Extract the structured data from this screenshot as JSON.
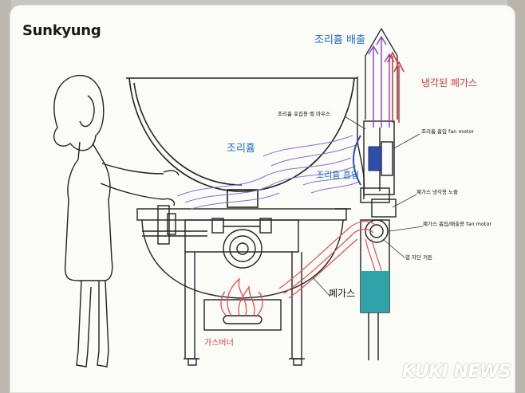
{
  "brand": "Sunkyung",
  "labels": {
    "exhaust": "조리흄 배출",
    "cooled_exhaust": "냉각된 폐가스",
    "fume": "조리흄",
    "fume_intake": "조리흄 흡입",
    "bell_mouth": "조리흄 포집용 벨 마우스",
    "intake_fan": "조리흄 흡입 fan motor",
    "cooling_nozzle": "폐가스 냉각용 노즐",
    "exhaust_fan": "폐가스 흡입/배출용 fan motor",
    "heat_curtain": "열 차단 커튼",
    "waste_gas": "폐가스",
    "gas_burner": "가스버너"
  },
  "watermark": "KUKI NEWS",
  "colors": {
    "blue_text": "#1e6fc4",
    "red_text": "#d33a3a",
    "fume_lines": "#8a6fd1",
    "waste_gas_lines": "#e05050",
    "water": "#2fa3a8"
  }
}
